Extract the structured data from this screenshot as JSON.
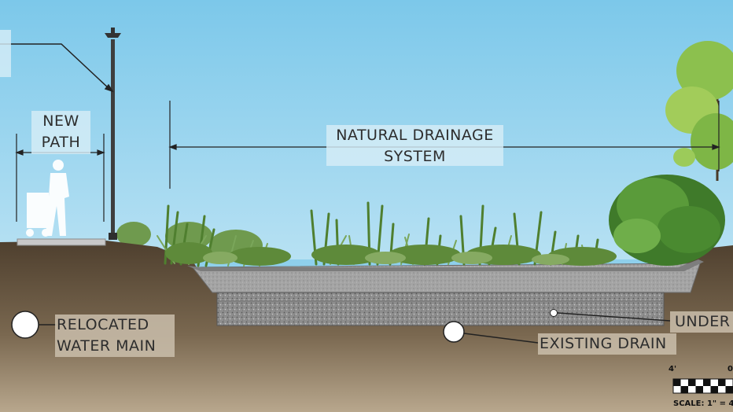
{
  "labels": {
    "new_path": [
      "NEW",
      "PATH"
    ],
    "natural_drainage": [
      "NATURAL DRAINAGE",
      "SYSTEM"
    ],
    "relocated_water_main": [
      "RELOCATED",
      "WATER MAIN"
    ],
    "existing_drain": "EXISTING DRAIN",
    "under": "UNDER"
  },
  "scale_bar": {
    "tick_left": "4'",
    "tick_right": "0",
    "caption": "SCALE: 1\" = 4"
  },
  "colors": {
    "sky": "#8fd0ec",
    "soil": "#6b5a44",
    "gravel": "#9a9a9a",
    "foliage": "#5e8a3a",
    "leader": "#333333"
  }
}
